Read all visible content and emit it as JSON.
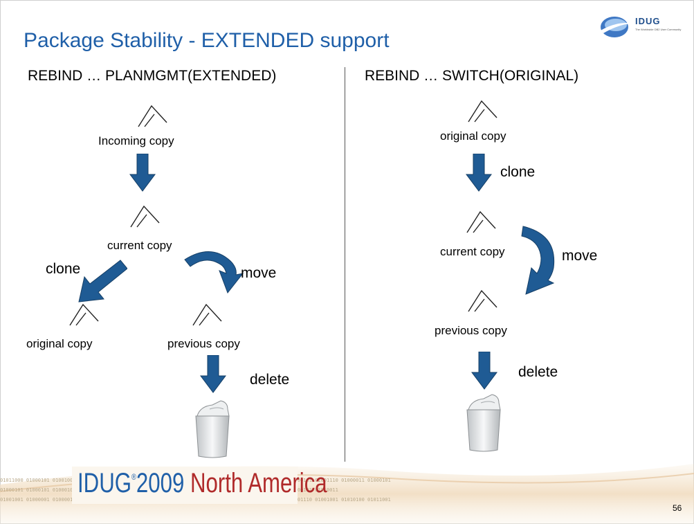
{
  "slide": {
    "title": "Package Stability - EXTENDED support",
    "number": "56"
  },
  "logo": {
    "text": "IDUG",
    "subtitle": "The Worldwide DB2 User Community"
  },
  "footer": {
    "brand": "IDUG",
    "registered": "®",
    "year": "2009",
    "region": "North America",
    "binary_rows": [
      "01011000 01000101 01001001 01000101 01000000 01011000 01010000 01000101 01000101 01010010 01001001 01000101 01001110 01000011 01000101",
      "01000101 01000101 01000101 01010101 01000111 01000001 00100000 01000101 01011000 01010000 01000101 01000101 01010011",
      "01001001 01000001 01000011 01000011 01000101 00100000 01000011 01001111 01001101 01001101 01010101 01001110 01001001 01010100 01011001"
    ]
  },
  "left": {
    "heading": "REBIND … PLANMGMT(EXTENDED)",
    "nodes": {
      "incoming": "Incoming copy",
      "current": "current copy",
      "original": "original copy",
      "previous": "previous copy"
    },
    "actions": {
      "clone": "clone",
      "move": "move",
      "delete": "delete"
    }
  },
  "right": {
    "heading": "REBIND … SWITCH(ORIGINAL)",
    "nodes": {
      "original": "original copy",
      "current": "current copy",
      "previous": "previous copy"
    },
    "actions": {
      "clone": "clone",
      "move": "move",
      "delete": "delete"
    }
  },
  "colors": {
    "title": "#1f5fa8",
    "arrow": "#1f5b94",
    "footer_red": "#b02a2a"
  },
  "icons": [
    "tree-icon",
    "down-arrow-icon",
    "curved-arrow-icon",
    "trash-can-icon",
    "idug-globe-icon"
  ]
}
